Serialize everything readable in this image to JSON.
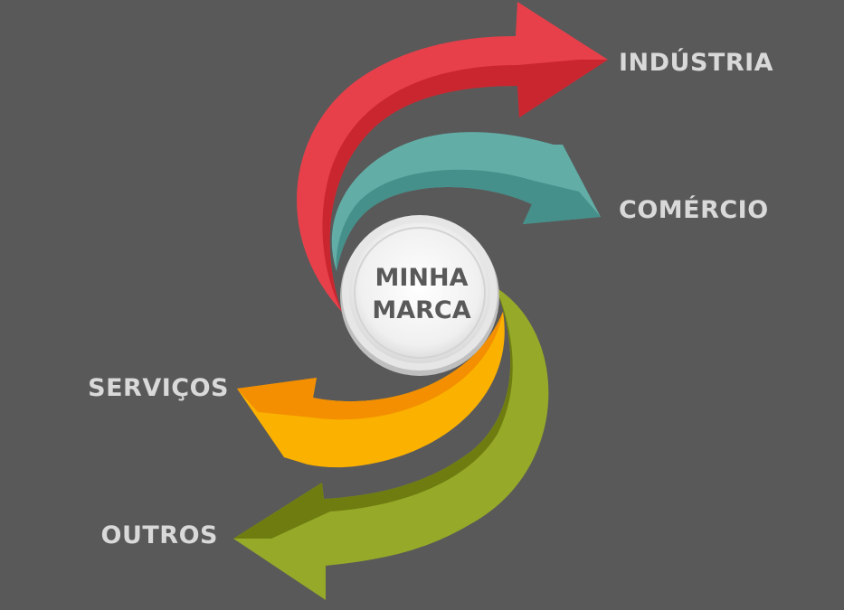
{
  "center": {
    "line1": "MINHA",
    "line2": "MARCA"
  },
  "segments": [
    {
      "label": "INDÚSTRIA",
      "color": "#e8404a",
      "shade": "#c9262f"
    },
    {
      "label": "COMÉRCIO",
      "color": "#62aea7",
      "shade": "#45908a"
    },
    {
      "label": "SERVIÇOS",
      "color": "#fbb100",
      "shade": "#f38f00"
    },
    {
      "label": "OUTROS",
      "color": "#96a929",
      "shade": "#6f7d10"
    }
  ],
  "colors": {
    "background": "#595959",
    "label_text": "#d9d9d9",
    "center_fill": "#f2f2f2"
  }
}
